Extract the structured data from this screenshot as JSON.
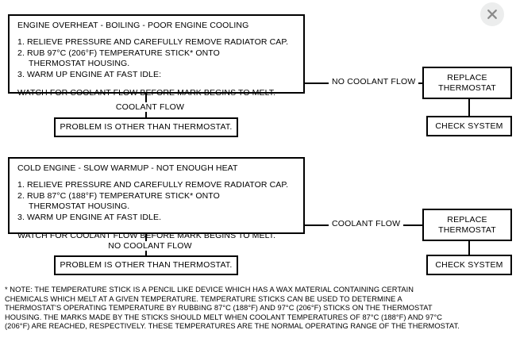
{
  "window": {
    "close_icon": "close-icon"
  },
  "sections": [
    {
      "panel": {
        "title": "ENGINE OVERHEAT - BOILING - POOR ENGINE COOLING",
        "steps": [
          {
            "number": "1.",
            "text": "RELIEVE PRESSURE AND CAREFULLY REMOVE RADIATOR CAP.",
            "continuation": ""
          },
          {
            "number": "2.",
            "text": "RUB 97°C (206°F) TEMPERATURE STICK* ONTO",
            "continuation": "THERMOSTAT HOUSING."
          },
          {
            "number": "3.",
            "text": "WARM UP ENGINE AT FAST IDLE:",
            "continuation": ""
          }
        ],
        "footer": "WATCH FOR COOLANT FLOW BEFORE MARK BEGINS TO MELT."
      },
      "branch_right_label": "NO COOLANT FLOW",
      "branch_down_label": "COOLANT FLOW",
      "down_result": "PROBLEM IS OTHER THAN THERMOSTAT.",
      "right_result_1": "REPLACE\nTHERMOSTAT",
      "right_result_2": "CHECK SYSTEM"
    },
    {
      "panel": {
        "title": "COLD ENGINE - SLOW WARMUP - NOT ENOUGH HEAT",
        "steps": [
          {
            "number": "1.",
            "text": "RELIEVE PRESSURE AND CAREFULLY REMOVE RADIATOR CAP.",
            "continuation": ""
          },
          {
            "number": "2.",
            "text": "RUB 87°C (188°F) TEMPERATURE STICK* ONTO",
            "continuation": "THERMOSTAT HOUSING."
          },
          {
            "number": "3.",
            "text": "WARM UP ENGINE AT FAST IDLE.",
            "continuation": ""
          }
        ],
        "footer": "WATCH FOR COOLANT FLOW BEFORE MARK BEGINS TO MELT."
      },
      "branch_right_label": "COOLANT FLOW",
      "branch_down_label": "NO COOLANT FLOW",
      "down_result": "PROBLEM IS OTHER THAN THERMOSTAT.",
      "right_result_1": "REPLACE\nTHERMOSTAT",
      "right_result_2": "CHECK SYSTEM"
    }
  ],
  "footnote": "* NOTE: THE TEMPERATURE STICK IS A PENCIL LIKE DEVICE WHICH HAS A WAX MATERIAL CONTAINING CERTAIN\nCHEMICALS WHICH MELT AT A GIVEN TEMPERATURE. TEMPERATURE STICKS CAN BE USED TO DETERMINE A\nTHERMOSTAT'S OPERATING TEMPERATURE BY RUBBING 87°C (188°F) AND 97°C (206°F) STICKS ON THE THERMOSTAT\nHOUSING. THE MARKS MADE BY THE STICKS SHOULD MELT WHEN COOLANT TEMPERATURES OF 87°C (188°F) AND 97°C\n(206°F) ARE REACHED, RESPECTIVELY. THESE TEMPERATURES ARE THE NORMAL OPERATING RANGE OF THE THERMOSTAT.",
  "colors": {
    "stroke": "#000000",
    "background": "#ffffff",
    "close_button_bg": "#eceded",
    "close_glyph": "#8a8a8a"
  }
}
